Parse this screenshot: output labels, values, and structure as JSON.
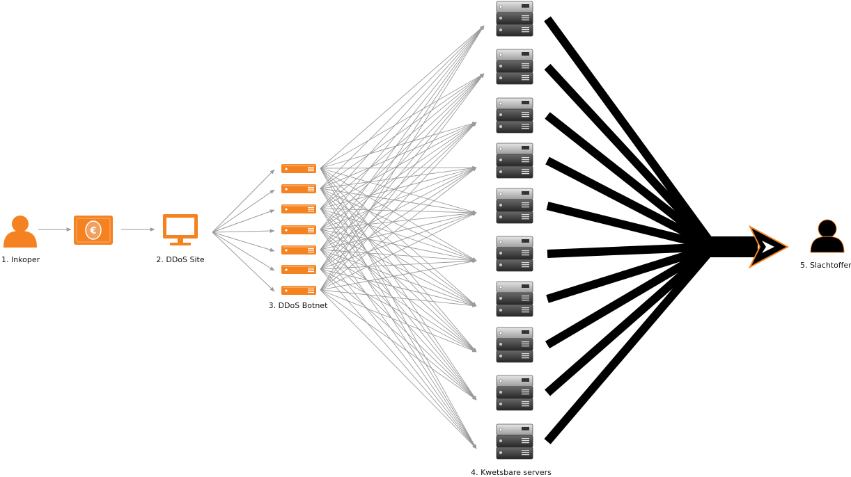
{
  "colors": {
    "accent": "#f58220",
    "arrow_gray": "#9a9a9a",
    "server_dark": "#2c2c2c",
    "server_light": "#cfcfcf",
    "flow_black": "#000000"
  },
  "icons": {
    "buyer": "person-icon",
    "payment": "euro-banknote-icon",
    "site": "monitor-icon",
    "botnet_node": "server-icon",
    "vulnerable_server": "server-rack-icon",
    "victim": "person-icon"
  },
  "labels": {
    "buyer": "1. Inkoper",
    "site": "2. DDoS Site",
    "botnet": "3. DDoS Botnet",
    "servers": "4. Kwetsbare servers",
    "victim": "5. Slachtoffer"
  },
  "payment_symbol": "€",
  "botnet_count": 7,
  "server_count": 10
}
